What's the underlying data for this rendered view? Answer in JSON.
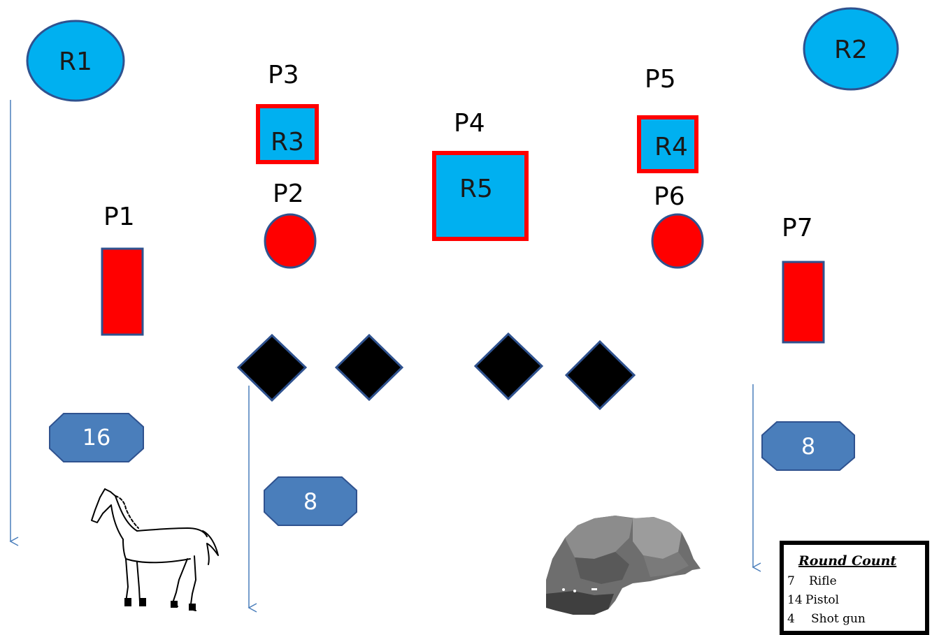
{
  "colors": {
    "rifle_target": "#00b0f0",
    "pistol_target": "#ff0000",
    "target_outline": "#2f528f",
    "pistol_border": "#ff0000",
    "shotgun_target": "#000000",
    "count_badge": "#4a7ebb",
    "arrow": "#4a7ebb"
  },
  "rifle_targets": {
    "r1": "R1",
    "r2": "R2",
    "r3": "R3",
    "r4": "R4",
    "r5": "R5"
  },
  "positions": {
    "p1": "P1",
    "p2": "P2",
    "p3": "P3",
    "p4": "P4",
    "p5": "P5",
    "p6": "P6",
    "p7": "P7"
  },
  "counts": {
    "left": "16",
    "middle": "8",
    "right": "8"
  },
  "round_count": {
    "title": "Round Count",
    "rows": [
      {
        "qty": "7",
        "weapon": "Rifle"
      },
      {
        "qty": "14",
        "weapon": "Pistol"
      },
      {
        "qty": "4",
        "weapon": "Shot gun"
      }
    ]
  },
  "props": {
    "horse": "horse-sketch",
    "rock": "rock-formation"
  }
}
